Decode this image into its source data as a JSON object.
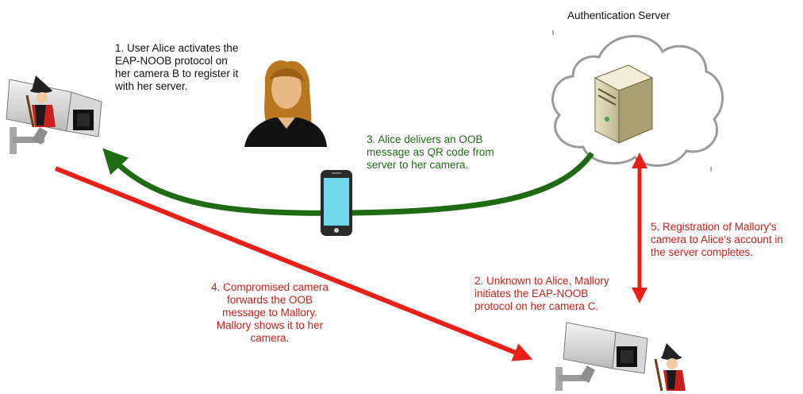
{
  "diagram": {
    "server_title": "Authentication Server",
    "steps": {
      "step1": {
        "lines": [
          "1. User Alice activates the",
          "EAP-NOOB protocol on",
          "her camera B to register it",
          "with her server."
        ]
      },
      "step2": {
        "lines": [
          "2. Unknown to Alice, Mallory",
          "initiates the EAP-NOOB",
          "protocol on her camera C."
        ]
      },
      "step3": {
        "lines": [
          "3.  Alice delivers an OOB",
          "message as QR code from",
          "server to her camera."
        ]
      },
      "step4": {
        "lines": [
          "4. Compromised camera",
          "forwards the OOB",
          "message to Mallory.",
          "Mallory shows it to her",
          "camera."
        ]
      },
      "step5": {
        "lines": [
          "5. Registration of Mallory's",
          "camera to Alice's account in",
          "the server completes."
        ]
      }
    },
    "colors": {
      "green_flow": "#1f6b14",
      "red_flow": "#e8201a",
      "label_red": "#c8201a",
      "label_black": "#111111"
    },
    "icons": [
      "security-camera-icon",
      "witch-icon",
      "user-avatar-icon",
      "smartphone-icon",
      "cloud-icon",
      "server-icon"
    ]
  }
}
